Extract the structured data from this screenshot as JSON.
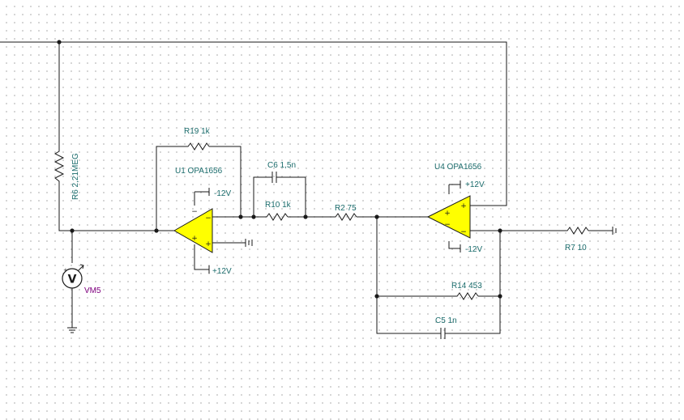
{
  "components": {
    "r19": "R19 1k",
    "u1": "U1 OPA1656",
    "u1_neg_supply": "-12V",
    "u1_pos_supply": "+12V",
    "r6": "R6 2,21MEG",
    "c6": "C6 1,5n",
    "r10": "R10 1k",
    "r2": "R2 75",
    "u4": "U4 OPA1656",
    "u4_pos_supply": "+12V",
    "u4_neg_supply": "-12V",
    "r7": "R7 10",
    "r14": "R14 453",
    "c5": "C5 1n",
    "vm5": "VM5",
    "vm5_symbol": "V"
  },
  "colors": {
    "label": "#1a6b6b",
    "meter_label": "#800080",
    "opamp_fill": "#ffff00",
    "opamp_pin_sign": "#00a000",
    "wire": "#1a1a1a"
  },
  "symbols": {
    "opamp": "opamp-triangle",
    "ground": "ground-icon",
    "voltmeter": "voltmeter-icon"
  }
}
